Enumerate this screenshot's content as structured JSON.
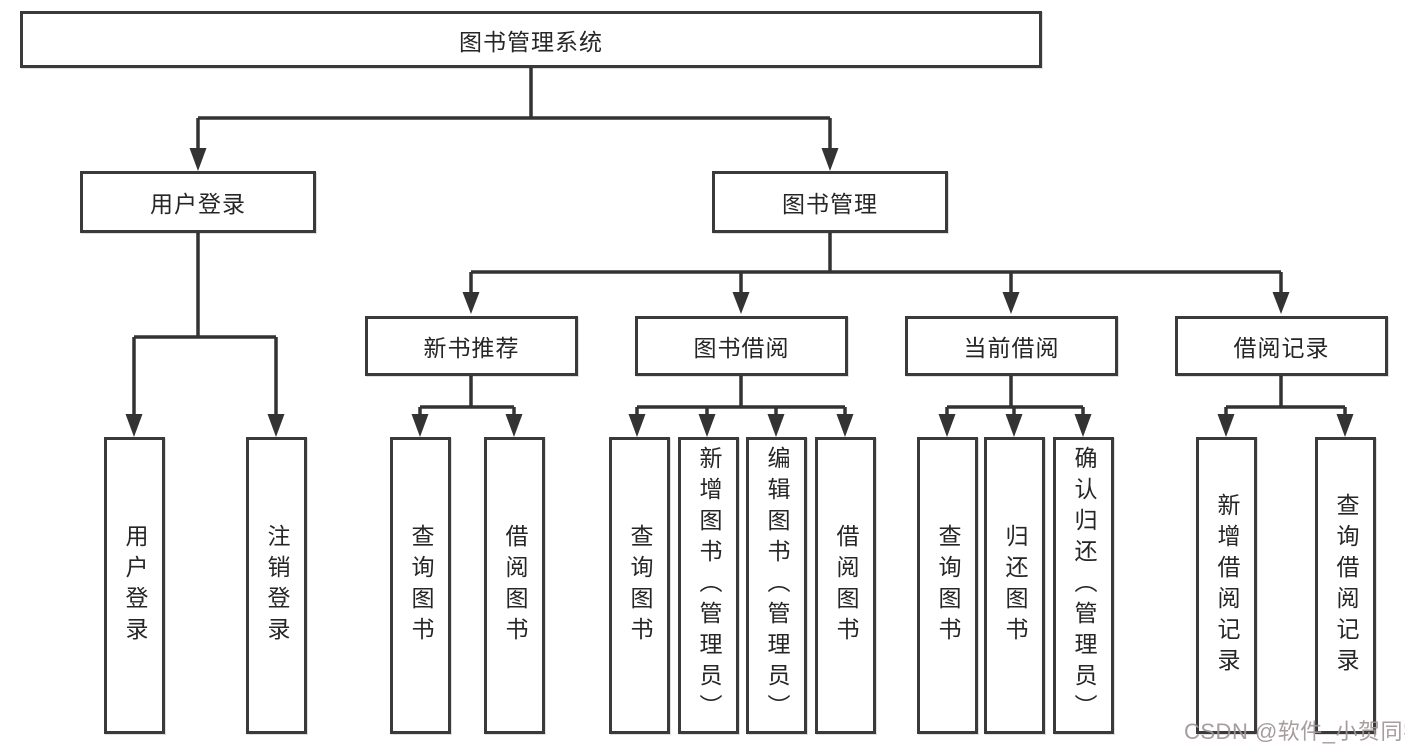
{
  "diagram": {
    "root": {
      "label": "图书管理系统"
    },
    "level2": [
      {
        "id": "user-login",
        "label": "用户登录"
      },
      {
        "id": "book-management",
        "label": "图书管理"
      }
    ],
    "level3": [
      {
        "id": "new-book-recommend",
        "label": "新书推荐",
        "parent": "图书管理"
      },
      {
        "id": "book-borrowing",
        "label": "图书借阅",
        "parent": "图书管理"
      },
      {
        "id": "current-borrowing",
        "label": "当前借阅",
        "parent": "图书管理"
      },
      {
        "id": "borrowing-records",
        "label": "借阅记录",
        "parent": "图书管理"
      }
    ],
    "leaves": [
      {
        "parent": "用户登录",
        "label": "用户登录"
      },
      {
        "parent": "用户登录",
        "label": "注销登录"
      },
      {
        "parent": "新书推荐",
        "label": "查询图书"
      },
      {
        "parent": "新书推荐",
        "label": "借阅图书"
      },
      {
        "parent": "图书借阅",
        "label": "查询图书"
      },
      {
        "parent": "图书借阅",
        "label": "新增图书（管理员）"
      },
      {
        "parent": "图书借阅",
        "label": "编辑图书（管理员）"
      },
      {
        "parent": "图书借阅",
        "label": "借阅图书"
      },
      {
        "parent": "当前借阅",
        "label": "查询图书"
      },
      {
        "parent": "当前借阅",
        "label": "归还图书"
      },
      {
        "parent": "当前借阅",
        "label": "确认归还（管理员）"
      },
      {
        "parent": "借阅记录",
        "label": "新增借阅记录"
      },
      {
        "parent": "借阅记录",
        "label": "查询借阅记录"
      }
    ]
  },
  "watermark": {
    "text": "CSDN @软件_小贺同学"
  },
  "colors": {
    "line": "#333333",
    "box_border": "#3a3a3a",
    "text": "#262626",
    "watermark": "#a09496",
    "background": "#ffffff"
  }
}
